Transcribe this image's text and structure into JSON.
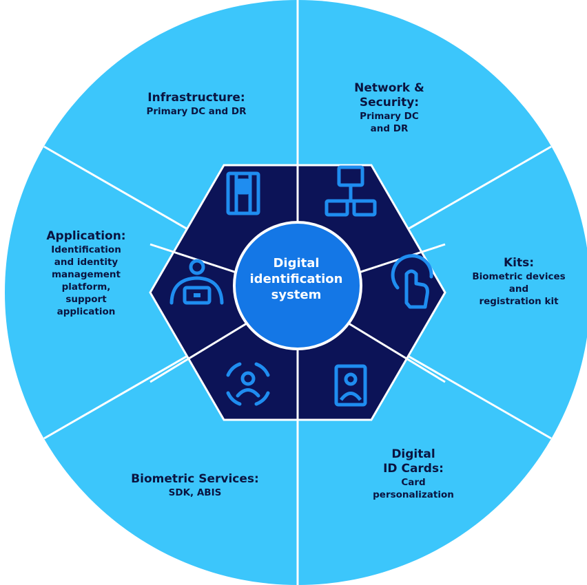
{
  "center": {
    "label": "Digital\nidentification\nsystem"
  },
  "segments": [
    {
      "id": "infrastructure",
      "title": "Infrastructure:",
      "detail": "Primary DC and DR",
      "icon": "server-rack-icon"
    },
    {
      "id": "network-security",
      "title": "Network &\nSecurity:",
      "detail": "Primary DC\nand DR",
      "icon": "network-icon"
    },
    {
      "id": "kits",
      "title": "Kits:",
      "detail": "Biometric devices\nand\nregistration kit",
      "icon": "touch-finger-icon"
    },
    {
      "id": "digital-id-cards",
      "title": "Digital\nID Cards:",
      "detail": "Card\npersonalization",
      "icon": "id-card-icon"
    },
    {
      "id": "biometric-services",
      "title": "Biometric Services:",
      "detail": "SDK, ABIS",
      "icon": "face-scan-icon"
    },
    {
      "id": "application",
      "title": "Application:",
      "detail": "Identification\nand identity\nmanagement\nplatform,\nsupport\napplication",
      "icon": "user-laptop-icon"
    }
  ],
  "colors": {
    "outer": "#3cc6fb",
    "hexagon": "#0c1357",
    "center": "#1477e6",
    "icon": "#1f8df0",
    "text": "#0a1440",
    "divider": "#ffffff"
  }
}
